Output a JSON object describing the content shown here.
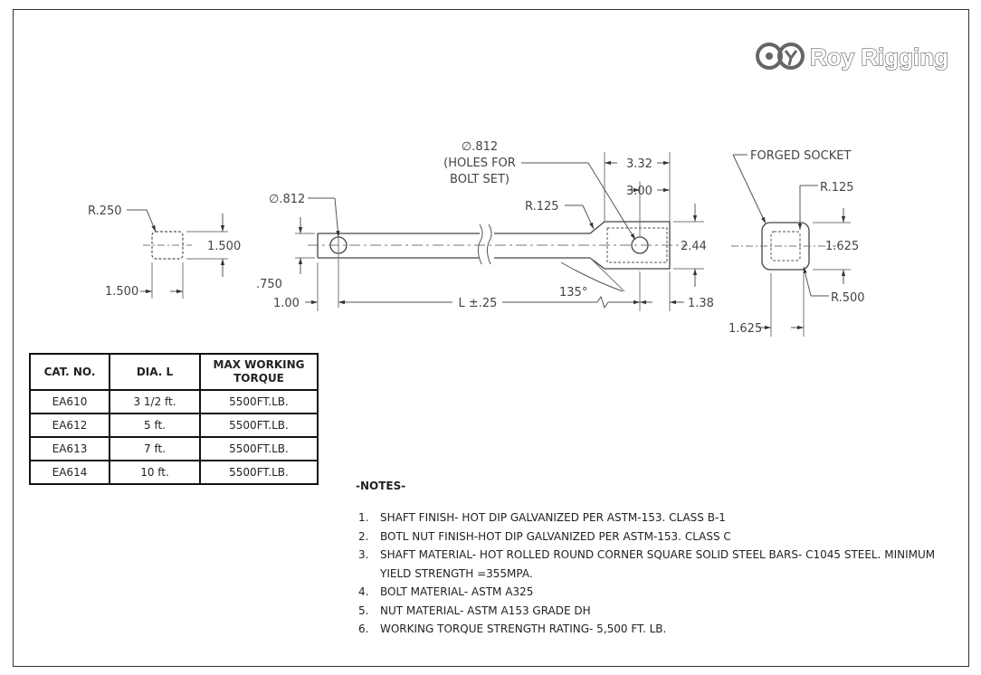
{
  "logo": {
    "text": "Roy Rigging",
    "icon": "roy-rigging-logo-icon"
  },
  "drawing": {
    "end_view_left": {
      "radius": "R.250",
      "height": "1.500",
      "width": "1.500"
    },
    "bar_view": {
      "hole_dia_left": "∅.812",
      "hole_dia_right": "∅.812",
      "hole_note_1": "(HOLES FOR",
      "hole_note_2": "BOLT SET)",
      "radius": "R.125",
      "dim_332": "3.32",
      "dim_300": "3.00",
      "dim_244": "2.44",
      "dim_750": ".750",
      "dim_100": "1.00",
      "length": "L ±.25",
      "angle": "135°",
      "dim_138": "1.38"
    },
    "end_view_right": {
      "label": "FORGED SOCKET",
      "radius_top": "R.125",
      "height": "1.625",
      "radius_bottom": "R.500",
      "width": "1.625"
    }
  },
  "table": {
    "headers": [
      "CAT. NO.",
      "DIA. L",
      "MAX WORKING TORQUE"
    ],
    "rows": [
      [
        "EA610",
        "3 1/2 ft.",
        "5500FT.LB."
      ],
      [
        "EA612",
        "5 ft.",
        "5500FT.LB."
      ],
      [
        "EA613",
        "7 ft.",
        "5500FT.LB."
      ],
      [
        "EA614",
        "10 ft.",
        "5500FT.LB."
      ]
    ]
  },
  "notes": {
    "title": "-NOTES-",
    "items": [
      {
        "num": "1.",
        "text": "SHAFT FINISH- HOT DIP GALVANIZED PER ASTM-153. CLASS B-1"
      },
      {
        "num": "2.",
        "text": "BOTL NUT FINISH-HOT DIP GALVANIZED PER ASTM-153. CLASS C"
      },
      {
        "num": "3.",
        "text": "SHAFT MATERIAL- HOT ROLLED ROUND CORNER SQUARE SOLID STEEL BARS- C1045 STEEL. MINIMUM YIELD STRENGTH =355MPA."
      },
      {
        "num": "4.",
        "text": "BOLT MATERIAL- ASTM A325"
      },
      {
        "num": "5.",
        "text": "NUT MATERIAL- ASTM A153 GRADE DH"
      },
      {
        "num": "6.",
        "text": "WORKING TORQUE STRENGTH RATING- 5,500 FT. LB."
      }
    ]
  }
}
